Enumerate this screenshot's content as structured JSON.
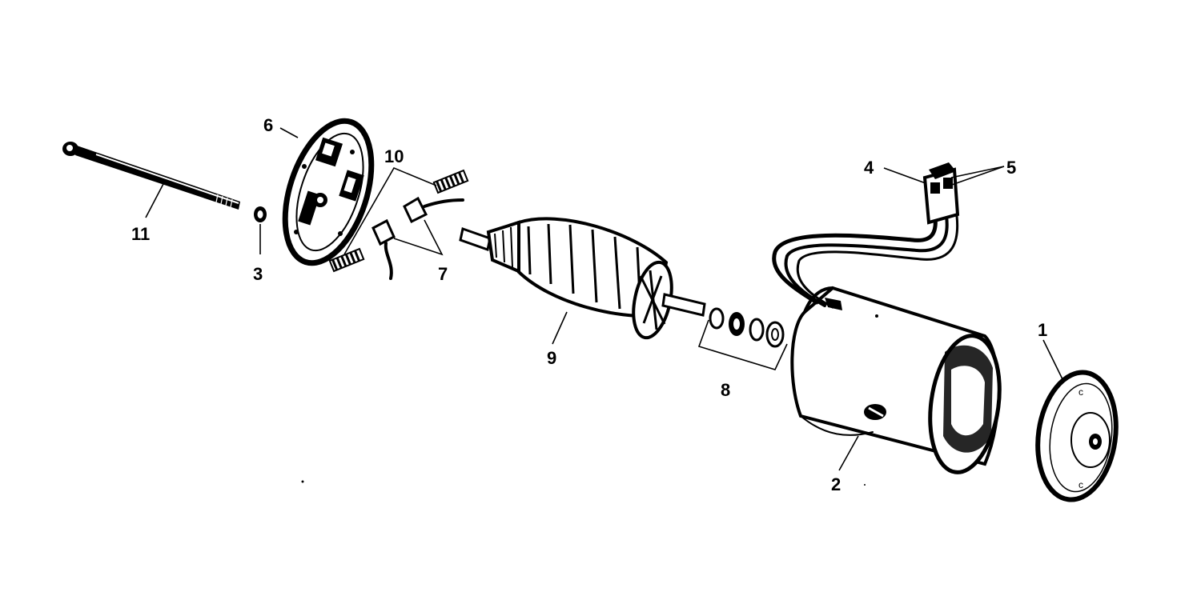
{
  "diagram": {
    "style": "exploded-parts-line-drawing",
    "colors": {
      "ink": "#000000",
      "background": "#ffffff"
    },
    "callouts": [
      {
        "id": "c1",
        "label": "1"
      },
      {
        "id": "c2",
        "label": "2"
      },
      {
        "id": "c3",
        "label": "3"
      },
      {
        "id": "c4",
        "label": "4"
      },
      {
        "id": "c5",
        "label": "5"
      },
      {
        "id": "c6",
        "label": "6"
      },
      {
        "id": "c7",
        "label": "7"
      },
      {
        "id": "c8",
        "label": "8"
      },
      {
        "id": "c9",
        "label": "9"
      },
      {
        "id": "c10",
        "label": "10"
      },
      {
        "id": "c11",
        "label": "11"
      }
    ]
  }
}
